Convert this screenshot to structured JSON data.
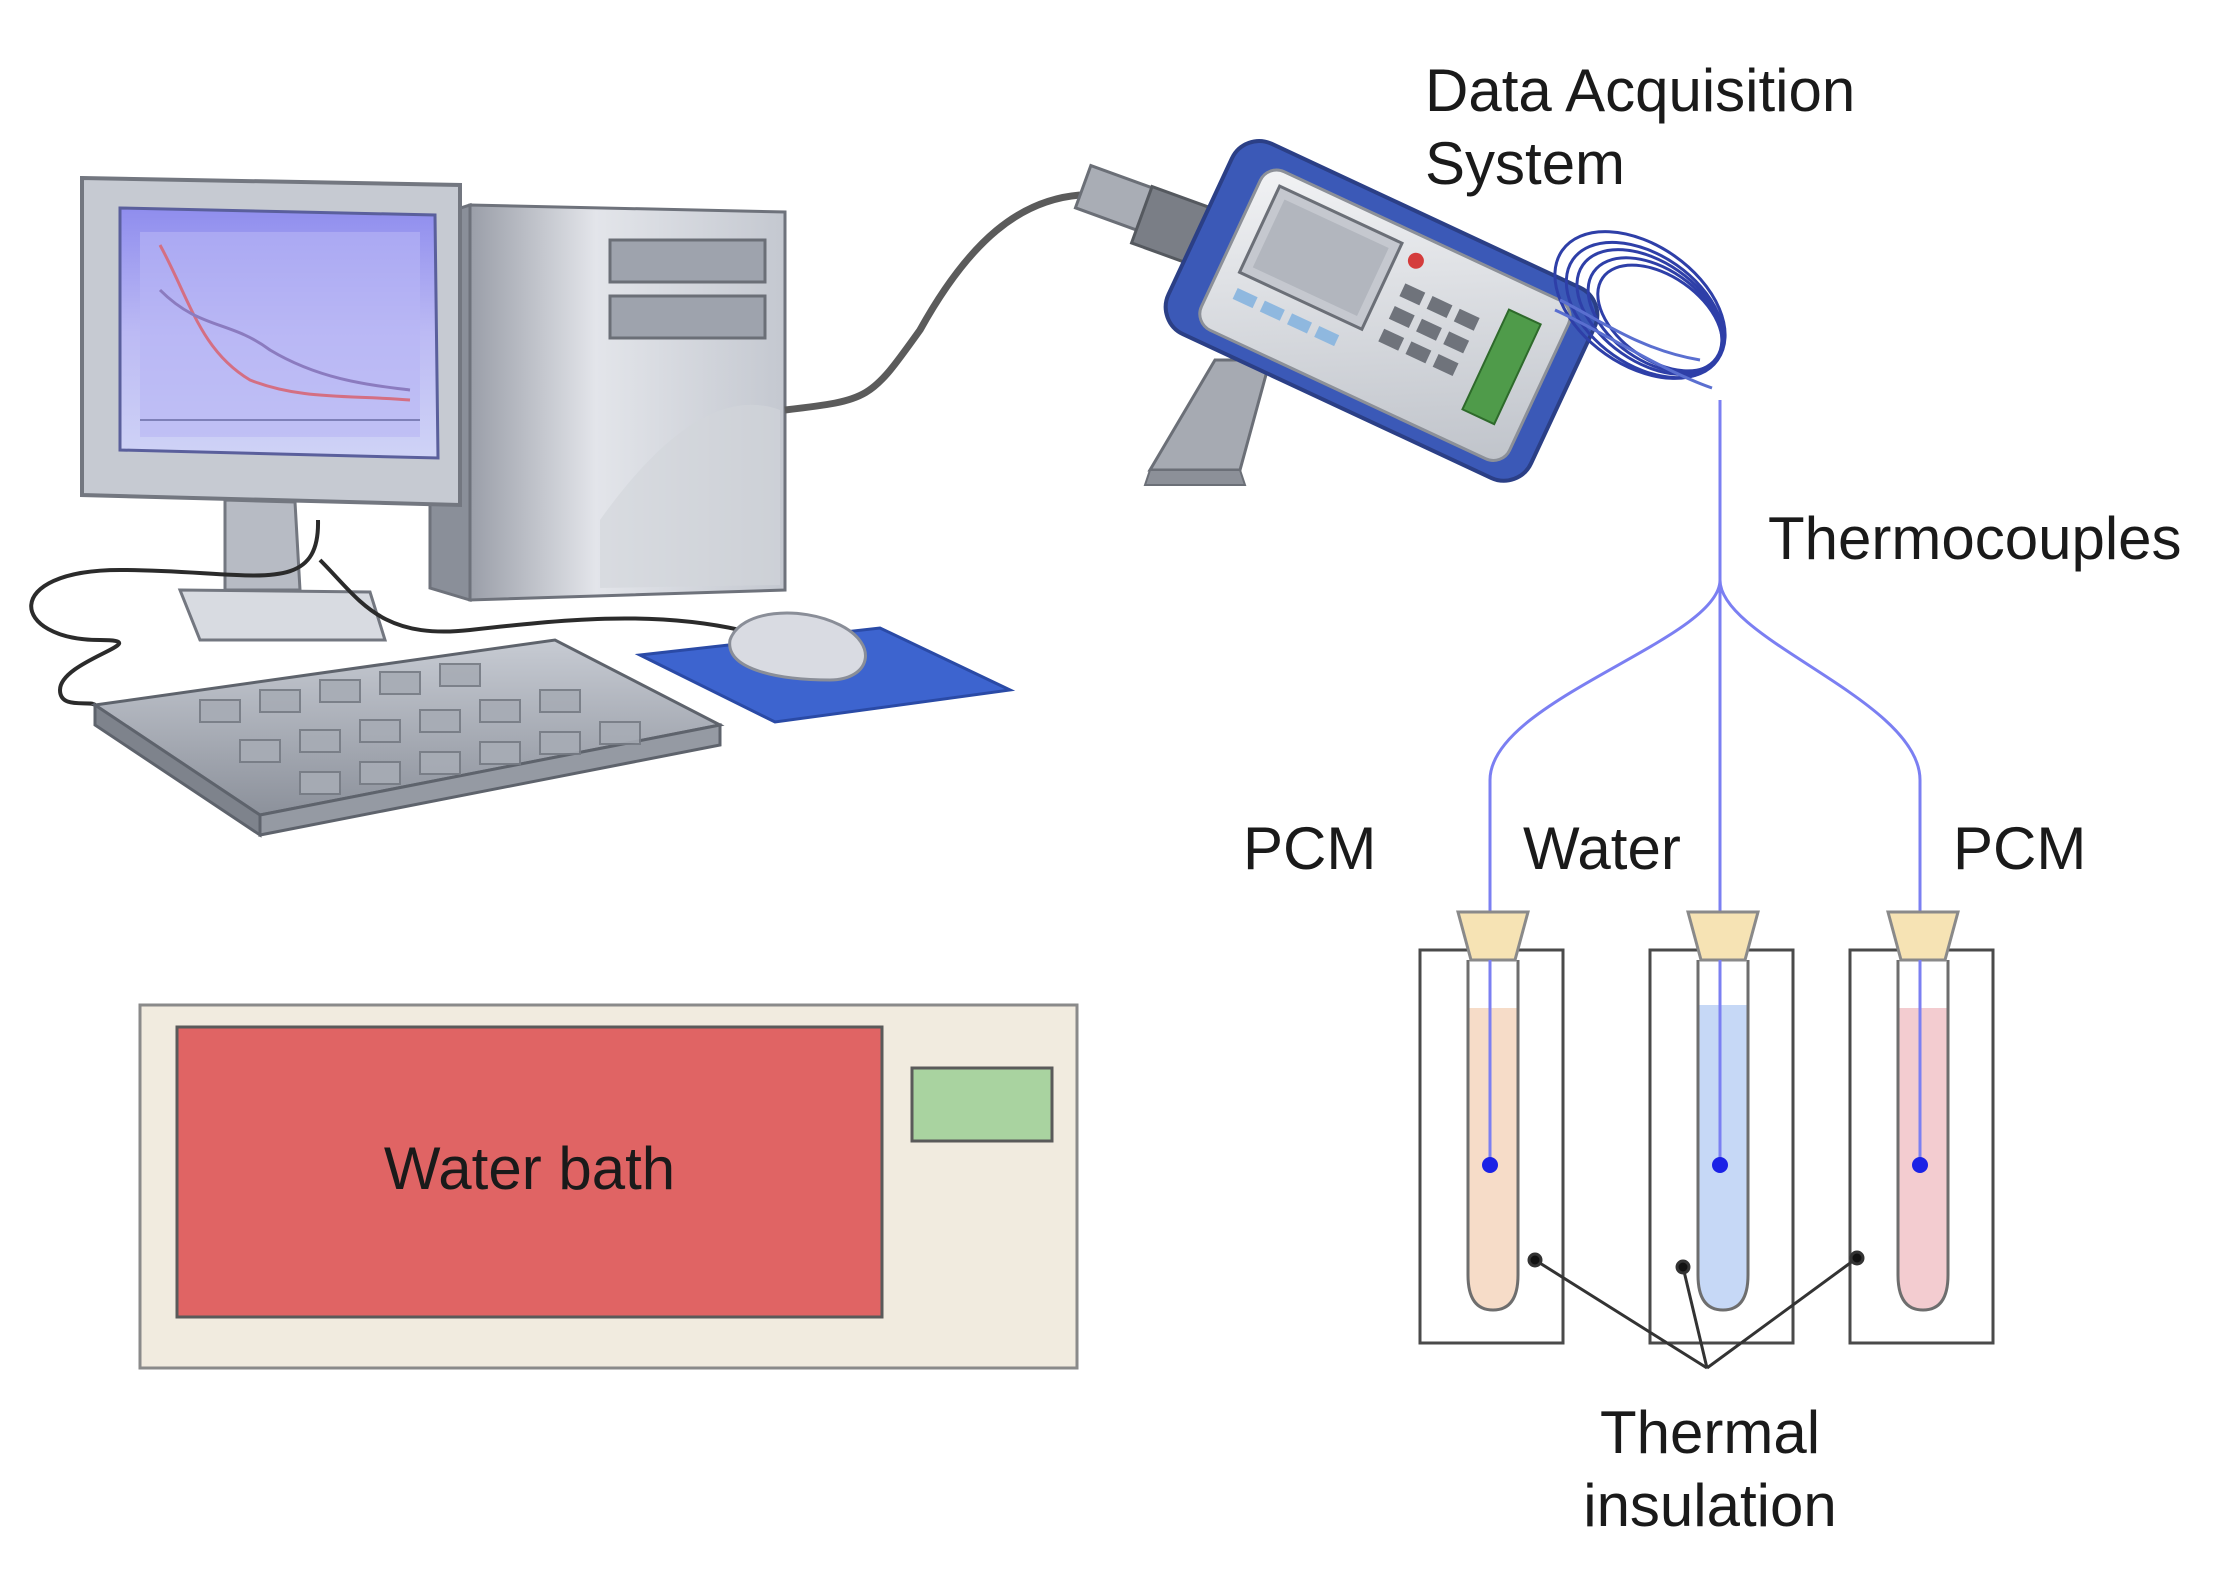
{
  "labels": {
    "daq_line1": "Data Acquisition",
    "daq_line2": "System",
    "thermocouples": "Thermocouples",
    "pcm_left": "PCM",
    "water": "Water",
    "pcm_right": "PCM",
    "water_bath": "Water bath",
    "insulation_line1": "Thermal",
    "insulation_line2": "insulation"
  },
  "colors": {
    "water_bath_panel": "#e06464",
    "water_bath_body": "#f1ebdf",
    "water_bath_display": "#a9d3a0",
    "thermocouple_wire": "#7b7ff2",
    "sensor_tip": "#1b22e6",
    "pcm_left_fill": "#f6dcc8",
    "water_fill": "#c6d8f6",
    "pcm_right_fill": "#f3ccd0",
    "stopper": "#f6e3b4",
    "daq_blue": "#3b59b7",
    "monitor_screen": "#b9b8f2"
  }
}
